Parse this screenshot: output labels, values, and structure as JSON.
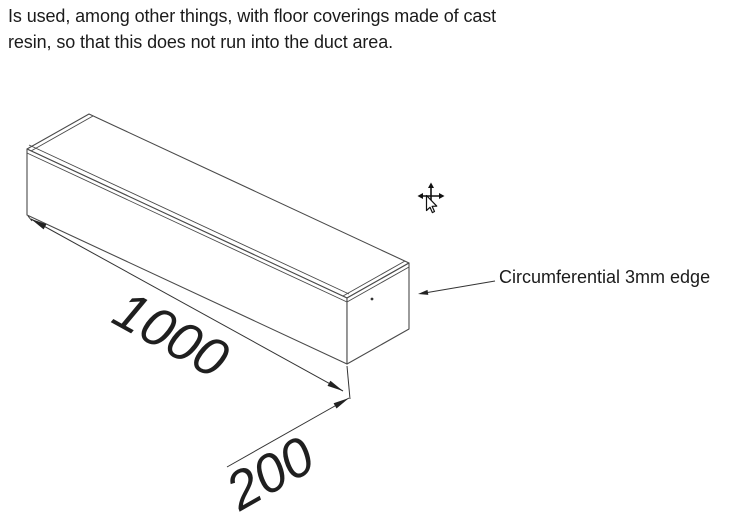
{
  "description": {
    "line1": "Is used, among other things, with floor coverings made of cast",
    "line2": "resin, so that this does not run into the duct area."
  },
  "diagram": {
    "length_value": "1000",
    "width_value": "200",
    "annotation_label": "Circumferential 3mm edge"
  },
  "colors": {
    "line": "#4a4a4a",
    "dimension": "#222222",
    "text": "#1b1b1b",
    "background": "#ffffff"
  }
}
